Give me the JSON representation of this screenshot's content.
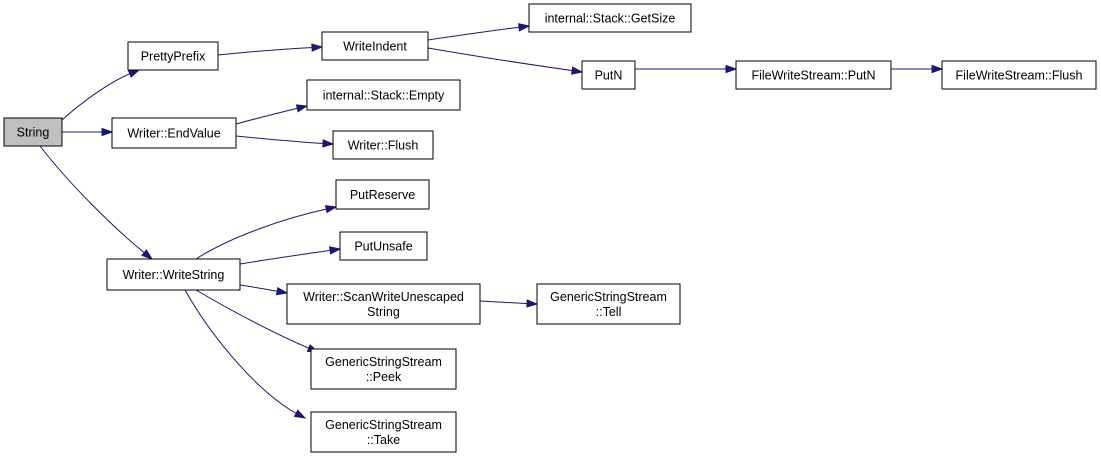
{
  "diagram": {
    "type": "call-graph",
    "colors": {
      "edge": "#191970",
      "node_border": "#000000",
      "node_fill": "#ffffff",
      "root_fill": "#bfbfbf"
    },
    "nodes": [
      {
        "id": "string",
        "lines": [
          "String"
        ],
        "root": true
      },
      {
        "id": "pretty-prefix",
        "lines": [
          "PrettyPrefix"
        ]
      },
      {
        "id": "write-indent",
        "lines": [
          "WriteIndent"
        ]
      },
      {
        "id": "stack-get-size",
        "lines": [
          "internal::Stack::GetSize"
        ]
      },
      {
        "id": "put-n",
        "lines": [
          "PutN"
        ]
      },
      {
        "id": "file-write-stream-put-n",
        "lines": [
          "FileWriteStream::PutN"
        ]
      },
      {
        "id": "file-write-stream-flush",
        "lines": [
          "FileWriteStream::Flush"
        ]
      },
      {
        "id": "writer-end-value",
        "lines": [
          "Writer::EndValue"
        ]
      },
      {
        "id": "stack-empty",
        "lines": [
          "internal::Stack::Empty"
        ]
      },
      {
        "id": "writer-flush",
        "lines": [
          "Writer::Flush"
        ]
      },
      {
        "id": "writer-write-string",
        "lines": [
          "Writer::WriteString"
        ]
      },
      {
        "id": "put-reserve",
        "lines": [
          "PutReserve"
        ]
      },
      {
        "id": "put-unsafe",
        "lines": [
          "PutUnsafe"
        ]
      },
      {
        "id": "writer-scan-write-unescaped-string",
        "lines": [
          "Writer::ScanWriteUnescaped",
          "String"
        ]
      },
      {
        "id": "generic-string-stream-tell",
        "lines": [
          "GenericStringStream",
          "::Tell"
        ]
      },
      {
        "id": "generic-string-stream-peek",
        "lines": [
          "GenericStringStream",
          "::Peek"
        ]
      },
      {
        "id": "generic-string-stream-take",
        "lines": [
          "GenericStringStream",
          "::Take"
        ]
      }
    ],
    "edges": [
      {
        "from": "string",
        "to": "pretty-prefix"
      },
      {
        "from": "string",
        "to": "writer-end-value"
      },
      {
        "from": "string",
        "to": "writer-write-string"
      },
      {
        "from": "pretty-prefix",
        "to": "write-indent"
      },
      {
        "from": "write-indent",
        "to": "stack-get-size"
      },
      {
        "from": "write-indent",
        "to": "put-n"
      },
      {
        "from": "put-n",
        "to": "file-write-stream-put-n"
      },
      {
        "from": "file-write-stream-put-n",
        "to": "file-write-stream-flush"
      },
      {
        "from": "writer-end-value",
        "to": "stack-empty"
      },
      {
        "from": "writer-end-value",
        "to": "writer-flush"
      },
      {
        "from": "writer-write-string",
        "to": "put-reserve"
      },
      {
        "from": "writer-write-string",
        "to": "put-unsafe"
      },
      {
        "from": "writer-write-string",
        "to": "writer-scan-write-unescaped-string"
      },
      {
        "from": "writer-write-string",
        "to": "generic-string-stream-peek"
      },
      {
        "from": "writer-write-string",
        "to": "generic-string-stream-take"
      },
      {
        "from": "writer-scan-write-unescaped-string",
        "to": "generic-string-stream-tell"
      }
    ]
  }
}
